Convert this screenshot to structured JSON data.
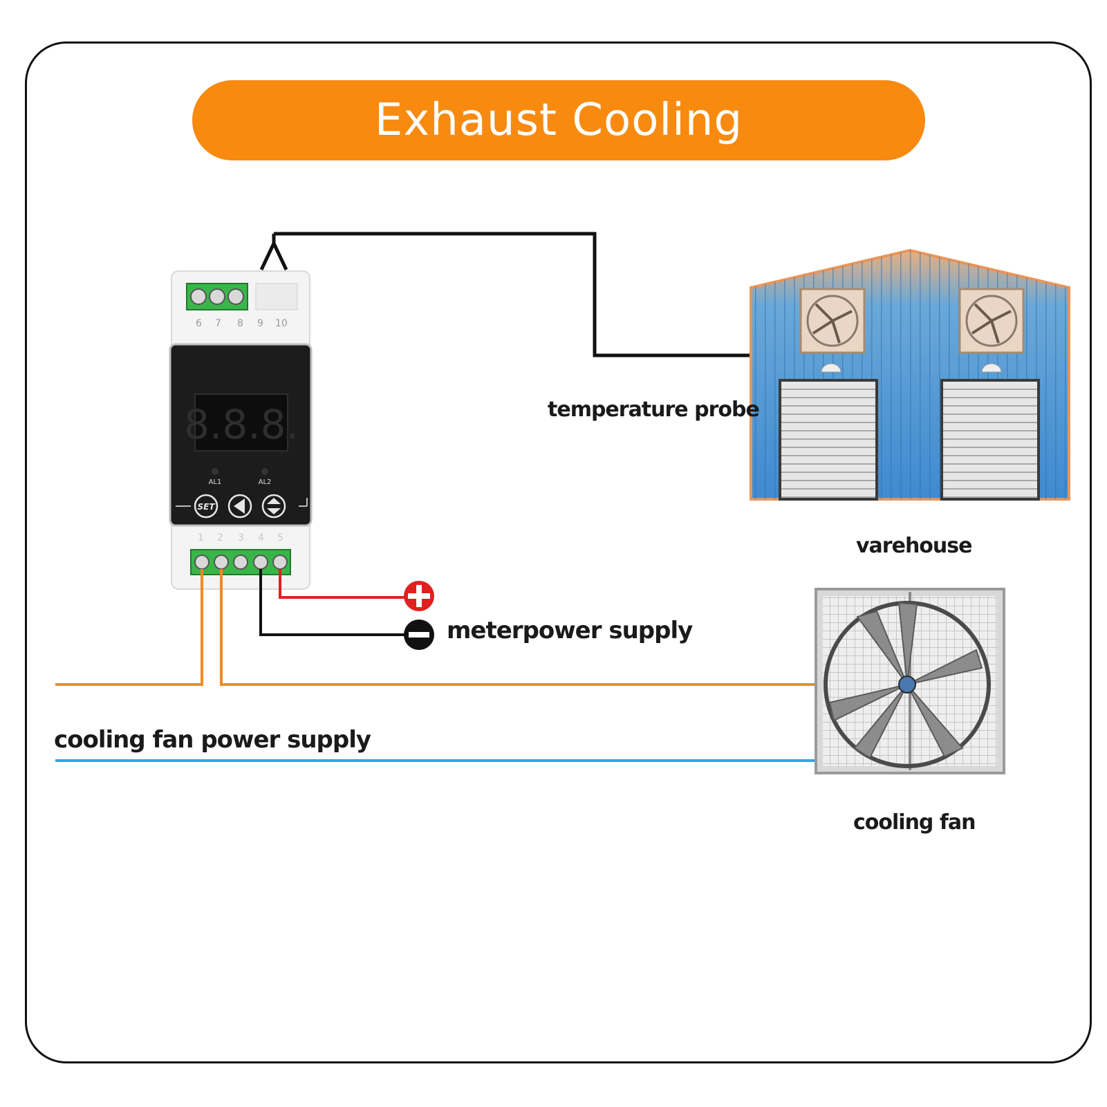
{
  "title": "Exhaust Cooling",
  "colors": {
    "banner": "#f88a10",
    "power_positive": "#e02020",
    "power_negative": "#111111",
    "fan_line_live": "#f08a24",
    "fan_line_neutral": "#2aa8e8",
    "warehouse_wall": "#4a90d0",
    "warehouse_roof": "#f0a060",
    "terminal_block": "#3ab54a",
    "display_digits": "#2a2a2a"
  },
  "controller": {
    "top_terminal_numbers": [
      "6",
      "7",
      "8",
      "9",
      "10"
    ],
    "bottom_terminal_numbers": [
      "1",
      "2",
      "3",
      "4",
      "5"
    ],
    "display_text": "8.8.8.",
    "indicator_labels": [
      "AL1",
      "AL2"
    ],
    "buttons": {
      "set": "SET",
      "left": "left-arrow-icon",
      "updown": "up-down-arrow-icon"
    }
  },
  "labels": {
    "temperature_probe": "temperature probe",
    "warehouse": "varehouse",
    "meter_power_supply": "meterpower supply",
    "cooling_fan_power_supply": "cooling fan power supply",
    "cooling_fan": "cooling fan"
  },
  "symbols": {
    "positive": "plus-icon",
    "negative": "minus-icon"
  }
}
